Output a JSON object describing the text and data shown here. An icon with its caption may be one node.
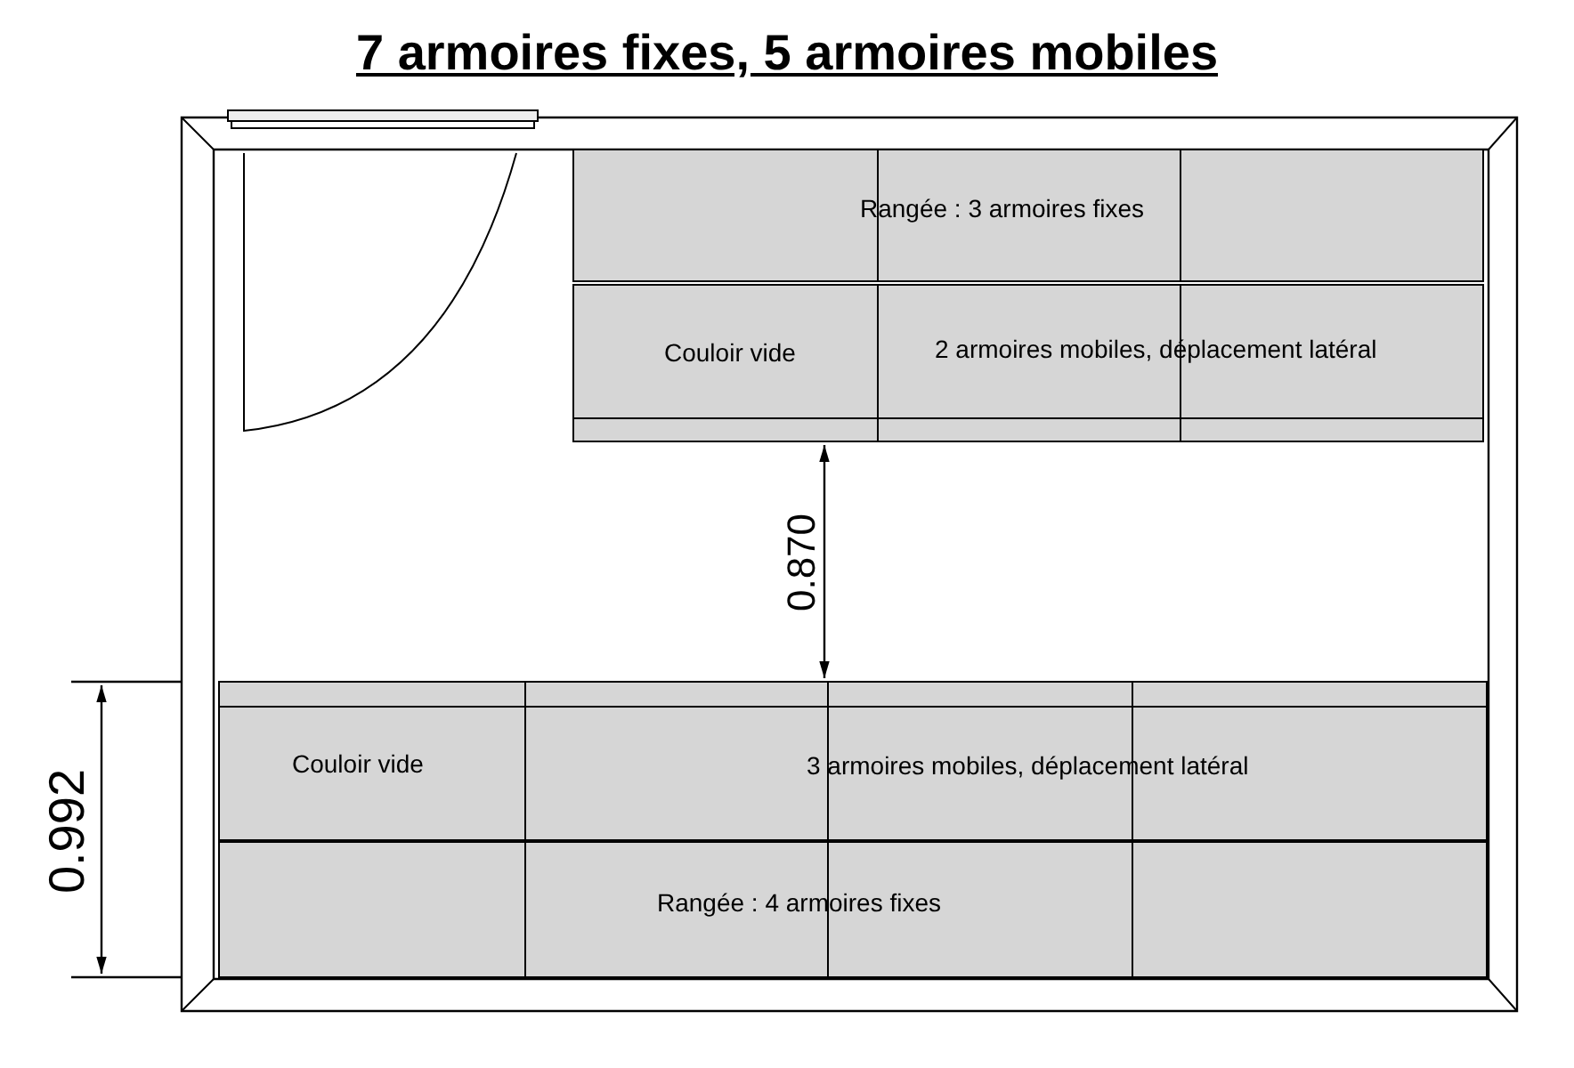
{
  "diagram": {
    "title": "7 armoires fixes, 5 armoires mobiles",
    "labels": [
      "Rangée : 3 armoires fixes",
      "Couloir vide",
      "2 armoires mobiles, déplacement latéral",
      "0.870",
      "0.992",
      "Couloir vide",
      "3 armoires mobiles, déplacement latéral",
      "Rangée : 4 armoires fixes"
    ]
  }
}
